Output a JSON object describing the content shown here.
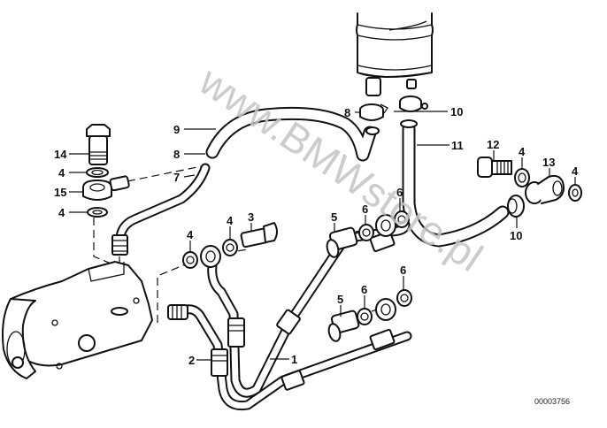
{
  "diagram": {
    "title": "Power steering hydraulic lines – exploded parts diagram",
    "reference_number": "00003756",
    "watermark": "www.BMWstore.pl",
    "line_color": "#111111",
    "watermark_color": "#c4c4c4",
    "components": {
      "reservoir": "oil-reservoir",
      "pump": "power-steering-pump"
    },
    "callouts": [
      {
        "id": "c1",
        "label": "1",
        "part": "pressure hose"
      },
      {
        "id": "c2",
        "label": "2",
        "part": "union nut fitting"
      },
      {
        "id": "c3",
        "label": "3",
        "part": "hollow bolt"
      },
      {
        "id": "c4a",
        "label": "4",
        "part": "seal ring"
      },
      {
        "id": "c4b",
        "label": "4",
        "part": "seal ring"
      },
      {
        "id": "c4c",
        "label": "4",
        "part": "seal ring"
      },
      {
        "id": "c4d",
        "label": "4",
        "part": "seal ring"
      },
      {
        "id": "c4e",
        "label": "4",
        "part": "seal ring"
      },
      {
        "id": "c4f",
        "label": "4",
        "part": "seal ring"
      },
      {
        "id": "c5a",
        "label": "5",
        "part": "hollow bolt"
      },
      {
        "id": "c5b",
        "label": "5",
        "part": "hollow bolt"
      },
      {
        "id": "c6a",
        "label": "6",
        "part": "seal ring"
      },
      {
        "id": "c6b",
        "label": "6",
        "part": "seal ring"
      },
      {
        "id": "c6c",
        "label": "6",
        "part": "seal ring"
      },
      {
        "id": "c6d",
        "label": "6",
        "part": "seal ring"
      },
      {
        "id": "c7",
        "label": "7",
        "part": "suction pipe"
      },
      {
        "id": "c8a",
        "label": "8",
        "part": "hose clamp"
      },
      {
        "id": "c8b",
        "label": "8",
        "part": "hose clamp"
      },
      {
        "id": "c9",
        "label": "9",
        "part": "suction hose"
      },
      {
        "id": "c10a",
        "label": "10",
        "part": "hose clamp"
      },
      {
        "id": "c10b",
        "label": "10",
        "part": "hose clamp"
      },
      {
        "id": "c11",
        "label": "11",
        "part": "return hose"
      },
      {
        "id": "c12",
        "label": "12",
        "part": "hollow bolt"
      },
      {
        "id": "c13",
        "label": "13",
        "part": "banjo fitting"
      },
      {
        "id": "c14",
        "label": "14",
        "part": "hollow bolt"
      },
      {
        "id": "c15",
        "label": "15",
        "part": "banjo fitting"
      }
    ]
  }
}
